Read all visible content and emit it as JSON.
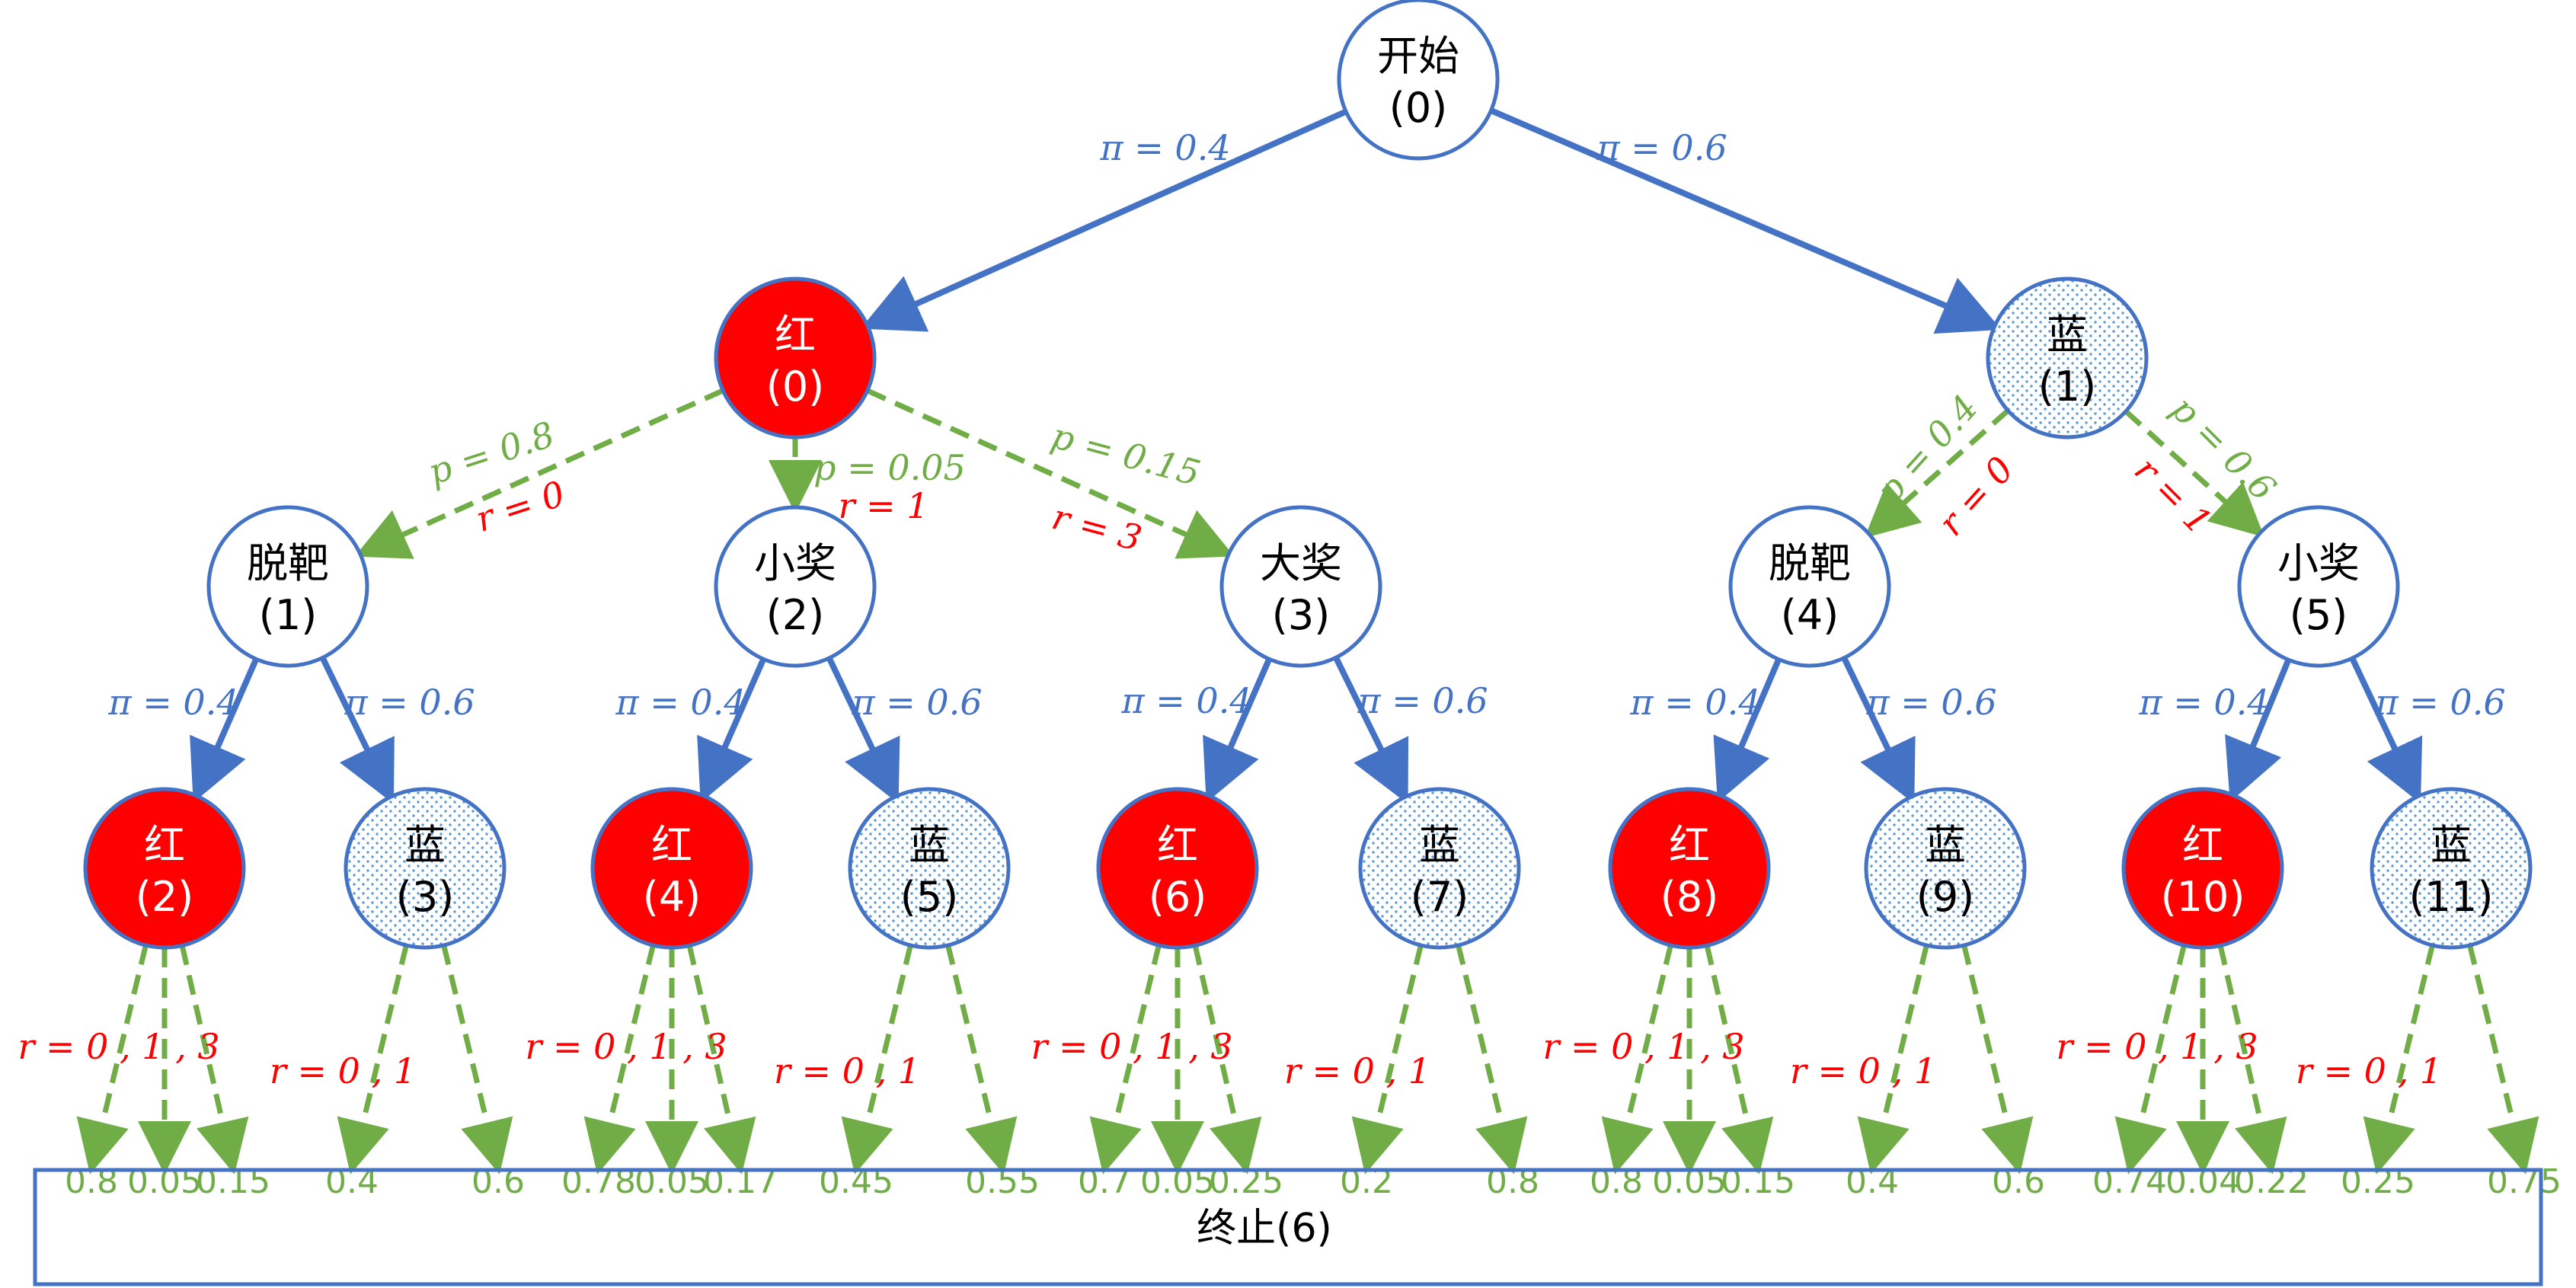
{
  "colors": {
    "blue": "#4472C4",
    "green": "#70AD47",
    "red": "#FF0000"
  },
  "root": {
    "line1": "开始",
    "line2": "(0)"
  },
  "level1": [
    {
      "kind": "red",
      "line1": "红",
      "line2": "(0)",
      "pi": "π = 0.4"
    },
    {
      "kind": "blue",
      "line1": "蓝",
      "line2": "(1)",
      "pi": "π = 0.6"
    }
  ],
  "outcome_edges": [
    {
      "p": "p = 0.8",
      "r": "r = 0"
    },
    {
      "p": "p = 0.05",
      "r": "r = 1"
    },
    {
      "p": "p = 0.15",
      "r": "r = 3"
    },
    {
      "p": "p = 0.4",
      "r": "r = 0"
    },
    {
      "p": "p = 0.6",
      "r": "r = 1"
    }
  ],
  "level2": [
    {
      "line1": "脱靶",
      "line2": "(1)",
      "pi_left": "π = 0.4",
      "pi_right": "π = 0.6"
    },
    {
      "line1": "小奖",
      "line2": "(2)",
      "pi_left": "π = 0.4",
      "pi_right": "π = 0.6"
    },
    {
      "line1": "大奖",
      "line2": "(3)",
      "pi_left": "π = 0.4",
      "pi_right": "π = 0.6"
    },
    {
      "line1": "脱靶",
      "line2": "(4)",
      "pi_left": "π = 0.4",
      "pi_right": "π = 0.6"
    },
    {
      "line1": "小奖",
      "line2": "(5)",
      "pi_left": "π = 0.4",
      "pi_right": "π = 0.6"
    }
  ],
  "level3": [
    {
      "kind": "red",
      "line1": "红",
      "line2": "(2)",
      "r": "r = 0 , 1 , 3",
      "probs": [
        "0.8",
        "0.05",
        "0.15"
      ]
    },
    {
      "kind": "blue",
      "line1": "蓝",
      "line2": "(3)",
      "r": "r = 0 , 1",
      "probs": [
        "0.4",
        "0.6"
      ]
    },
    {
      "kind": "red",
      "line1": "红",
      "line2": "(4)",
      "r": "r = 0 , 1 , 3",
      "probs": [
        "0.78",
        "0.05",
        "0.17"
      ]
    },
    {
      "kind": "blue",
      "line1": "蓝",
      "line2": "(5)",
      "r": "r = 0 , 1",
      "probs": [
        "0.45",
        "0.55"
      ]
    },
    {
      "kind": "red",
      "line1": "红",
      "line2": "(6)",
      "r": "r = 0 , 1 , 3",
      "probs": [
        "0.7",
        "0.05",
        "0.25"
      ]
    },
    {
      "kind": "blue",
      "line1": "蓝",
      "line2": "(7)",
      "r": "r = 0 , 1",
      "probs": [
        "0.2",
        "0.8"
      ]
    },
    {
      "kind": "red",
      "line1": "红",
      "line2": "(8)",
      "r": "r = 0 , 1 , 3",
      "probs": [
        "0.8",
        "0.05",
        "0.15"
      ]
    },
    {
      "kind": "blue",
      "line1": "蓝",
      "line2": "(9)",
      "r": "r = 0 , 1",
      "probs": [
        "0.4",
        "0.6"
      ]
    },
    {
      "kind": "red",
      "line1": "红",
      "line2": "(10)",
      "r": "r = 0 , 1 , 3",
      "probs": [
        "0.74",
        "0.04",
        "0.22"
      ]
    },
    {
      "kind": "blue",
      "line1": "蓝",
      "line2": "(11)",
      "r": "r = 0 , 1",
      "probs": [
        "0.25",
        "0.75"
      ]
    }
  ],
  "terminal": {
    "label": "终止(6)"
  }
}
